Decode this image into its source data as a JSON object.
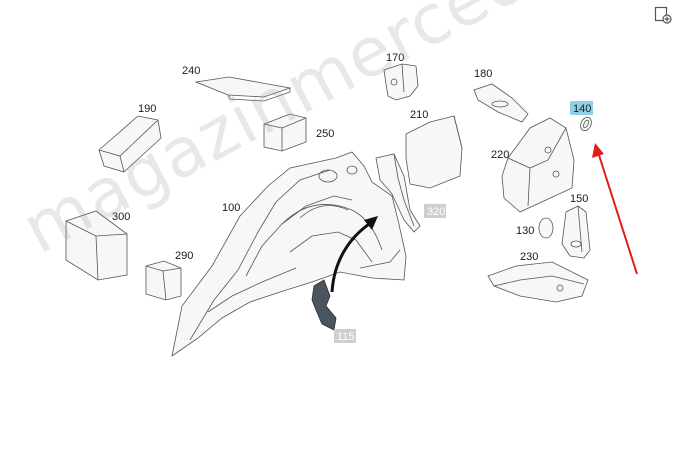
{
  "labels": {
    "p100": "100",
    "p115": "115",
    "p130": "130",
    "p140": "140",
    "p150": "150",
    "p170": "170",
    "p180": "180",
    "p190": "190",
    "p210": "210",
    "p220": "220",
    "p230": "230",
    "p240": "240",
    "p250": "250",
    "p290": "290",
    "p300": "300",
    "p320": "320"
  },
  "watermark": "magazinmercedes.ru",
  "colors": {
    "highlight_tag": "#8fd0e8",
    "grey_tag": "#cfcfcf",
    "arrow": "#e31b1b"
  },
  "icons": {
    "corner": "document-settings-icon"
  }
}
